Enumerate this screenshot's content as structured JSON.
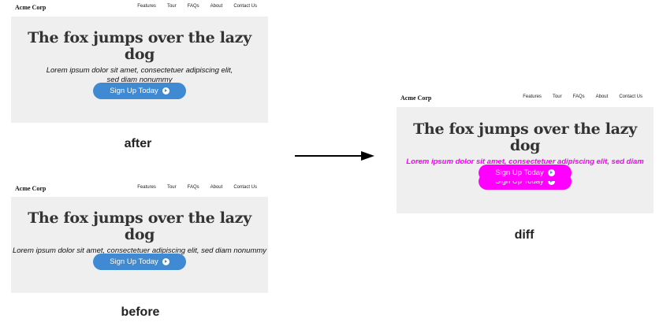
{
  "after": {
    "brand": "Acme Corp",
    "nav_links": [
      "Features",
      "Tour",
      "FAQs",
      "About",
      "Contact Us"
    ],
    "headline": "The fox jumps over the lazy dog",
    "subtitle_line1": "Lorem ipsum dolor sit amet, consectetuer adipiscing elit,",
    "subtitle_line2": "sed diam nonummy",
    "cta": "Sign Up Today",
    "caption": "after"
  },
  "before": {
    "brand": "Acme Corp",
    "nav_links": [
      "Features",
      "Tour",
      "FAQs",
      "About",
      "Contact Us"
    ],
    "headline": "The fox jumps over the lazy dog",
    "subtitle": "Lorem ipsum dolor sit amet, consectetuer adipiscing elit, sed diam nonummy",
    "cta": "Sign Up Today",
    "caption": "before"
  },
  "diff": {
    "brand": "Acme Corp",
    "nav_links": [
      "Features",
      "Tour",
      "FAQs",
      "About",
      "Contact Us"
    ],
    "headline": "The fox jumps over the lazy dog",
    "subtitle_overlay": "Lorem ipsum dolor sit amet, consectetuer adipiscing elit, sed diam nonummy",
    "subtitle_line2": "sed diam nonummy",
    "cta_top": "Sign Up Today",
    "cta_bottom": "Sign Up Today",
    "caption": "diff",
    "highlight_color": "#ff00ff"
  },
  "colors": {
    "hero_bg": "#efefef",
    "button": "#3f8ad2",
    "diff": "#ff00ff"
  }
}
